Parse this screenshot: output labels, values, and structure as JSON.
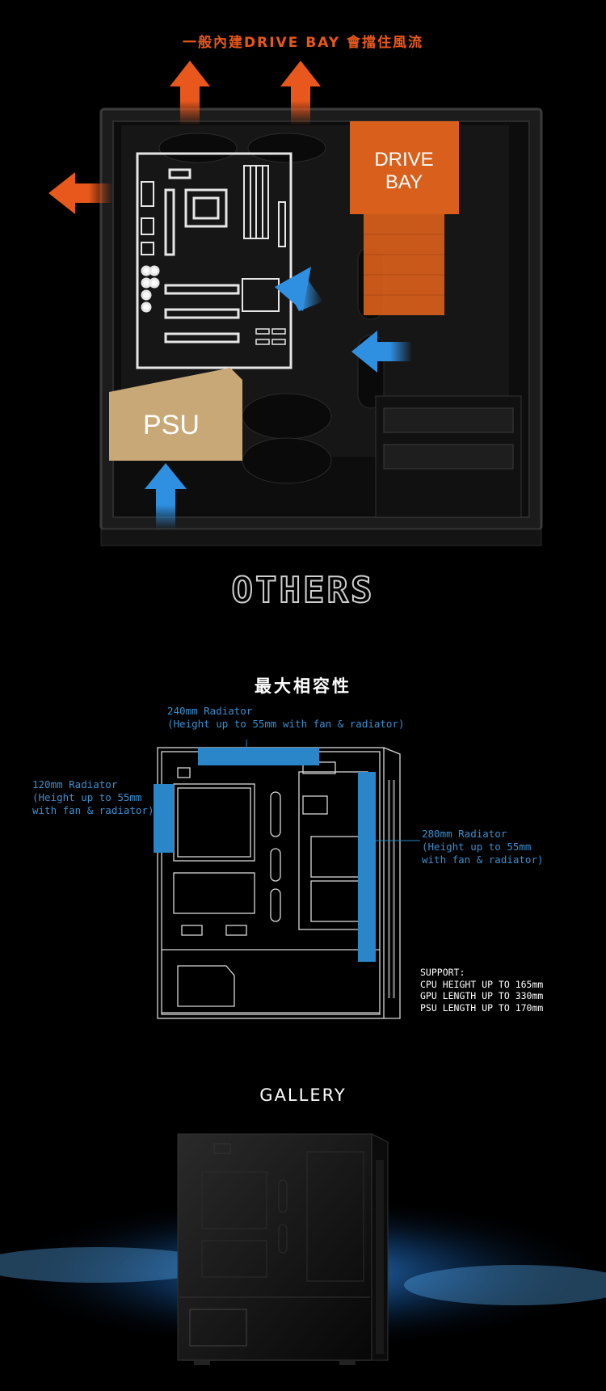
{
  "airflow": {
    "title": "一般內建DRIVE BAY 會擋住風流",
    "drive_bay_line1": "DRIVE",
    "drive_bay_line2": "BAY",
    "psu_label": "PSU",
    "colors": {
      "hot": "#e8581c",
      "cool": "#2f8fe0",
      "drivebay": "#d9601c",
      "psu": "#c9a877"
    }
  },
  "others": {
    "title": "OTHERS"
  },
  "compatibility": {
    "title": "最大相容性",
    "radiator_240": {
      "line1": "240mm Radiator",
      "line2": "(Height up to 55mm with fan & radiator)"
    },
    "radiator_120": {
      "line1": "120mm Radiator",
      "line2": "(Height up to 55mm",
      "line3": "with fan & radiator)"
    },
    "radiator_280": {
      "line1": "280mm Radiator",
      "line2": "(Height up to 55mm",
      "line3": "with fan & radiator)"
    },
    "support": {
      "heading": "SUPPORT:",
      "cpu": "CPU HEIGHT UP TO 165mm",
      "gpu": "GPU LENGTH UP TO 330mm",
      "psu": "PSU LENGTH UP TO 170mm"
    },
    "colors": {
      "radiator": "#2a86c8"
    }
  },
  "gallery": {
    "title": "GALLERY"
  }
}
